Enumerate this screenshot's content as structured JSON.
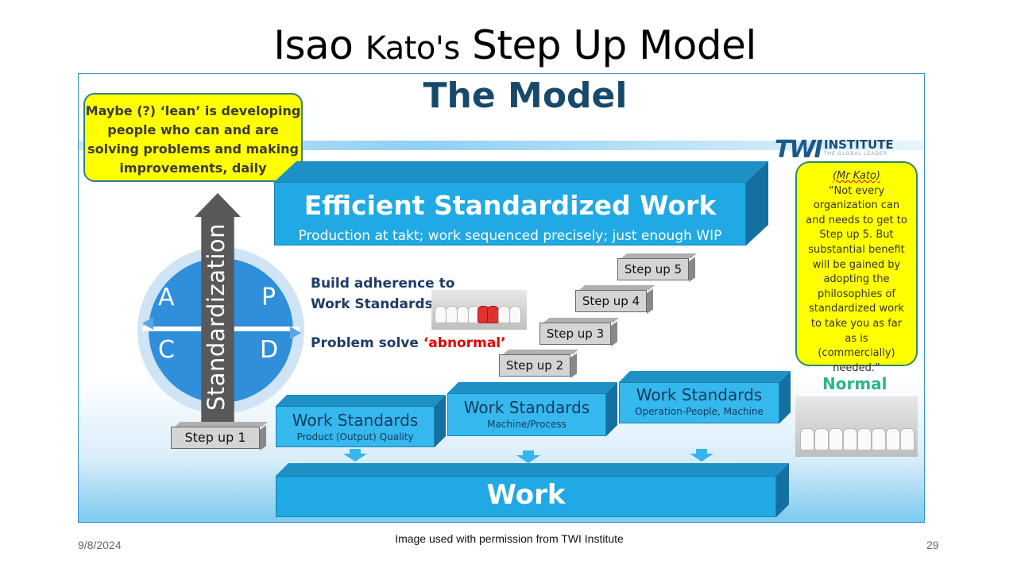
{
  "slide": {
    "title_part1": "Isao",
    "title_part2": "Kato's",
    "title_part3": "Step Up Model",
    "date": "9/8/2024",
    "credit": "Image used with permission from TWI Institute",
    "page_number": "29"
  },
  "diagram": {
    "heading": "The Model",
    "logo": {
      "mark": "TWI",
      "word": "INSTITUTE",
      "tagline": "THE GLOBAL LEADER"
    },
    "lean_note_lines": [
      "Maybe (?) ‘lean’ is developing",
      "people who can and are",
      "solving problems and making",
      "improvements, daily"
    ],
    "efficient": {
      "title": "Efficient Standardized Work",
      "subtitle": "Production at takt; work sequenced precisely; just enough WIP"
    },
    "pdca": {
      "a": "A",
      "p": "P",
      "c": "C",
      "d": "D"
    },
    "standardization": "Standardization",
    "adherence_line1": "Build adherence to",
    "adherence_line2": "Work Standards",
    "problem_solve": "Problem solve ",
    "abnormal": "‘abnormal’",
    "steps": [
      "Step up 1",
      "Step up 2",
      "Step up 3",
      "Step up 4",
      "Step up 5"
    ],
    "work_standards": [
      {
        "title": "Work Standards",
        "subtitle": "Product (Output) Quality"
      },
      {
        "title": "Work Standards",
        "subtitle": "Machine/Process"
      },
      {
        "title": "Work Standards",
        "subtitle": "Operation-People, Machine"
      }
    ],
    "work": "Work",
    "quote_lines": [
      "(Mr Kato)",
      "“Not every",
      "organization can",
      "and needs to get to",
      "Step up 5. But",
      "substantial benefit",
      "will be gained by",
      "adopting the",
      "philosophies of",
      "standardized work",
      "to take you as far",
      "as is",
      "(commercially)",
      "needed.”"
    ],
    "normal": "Normal",
    "colors": {
      "accent_blue": "#20a9e4",
      "dark_blue": "#174a6a",
      "yellow": "#ffff00",
      "normal_green": "#2bb58a",
      "abnormal_red": "#e00000"
    }
  }
}
